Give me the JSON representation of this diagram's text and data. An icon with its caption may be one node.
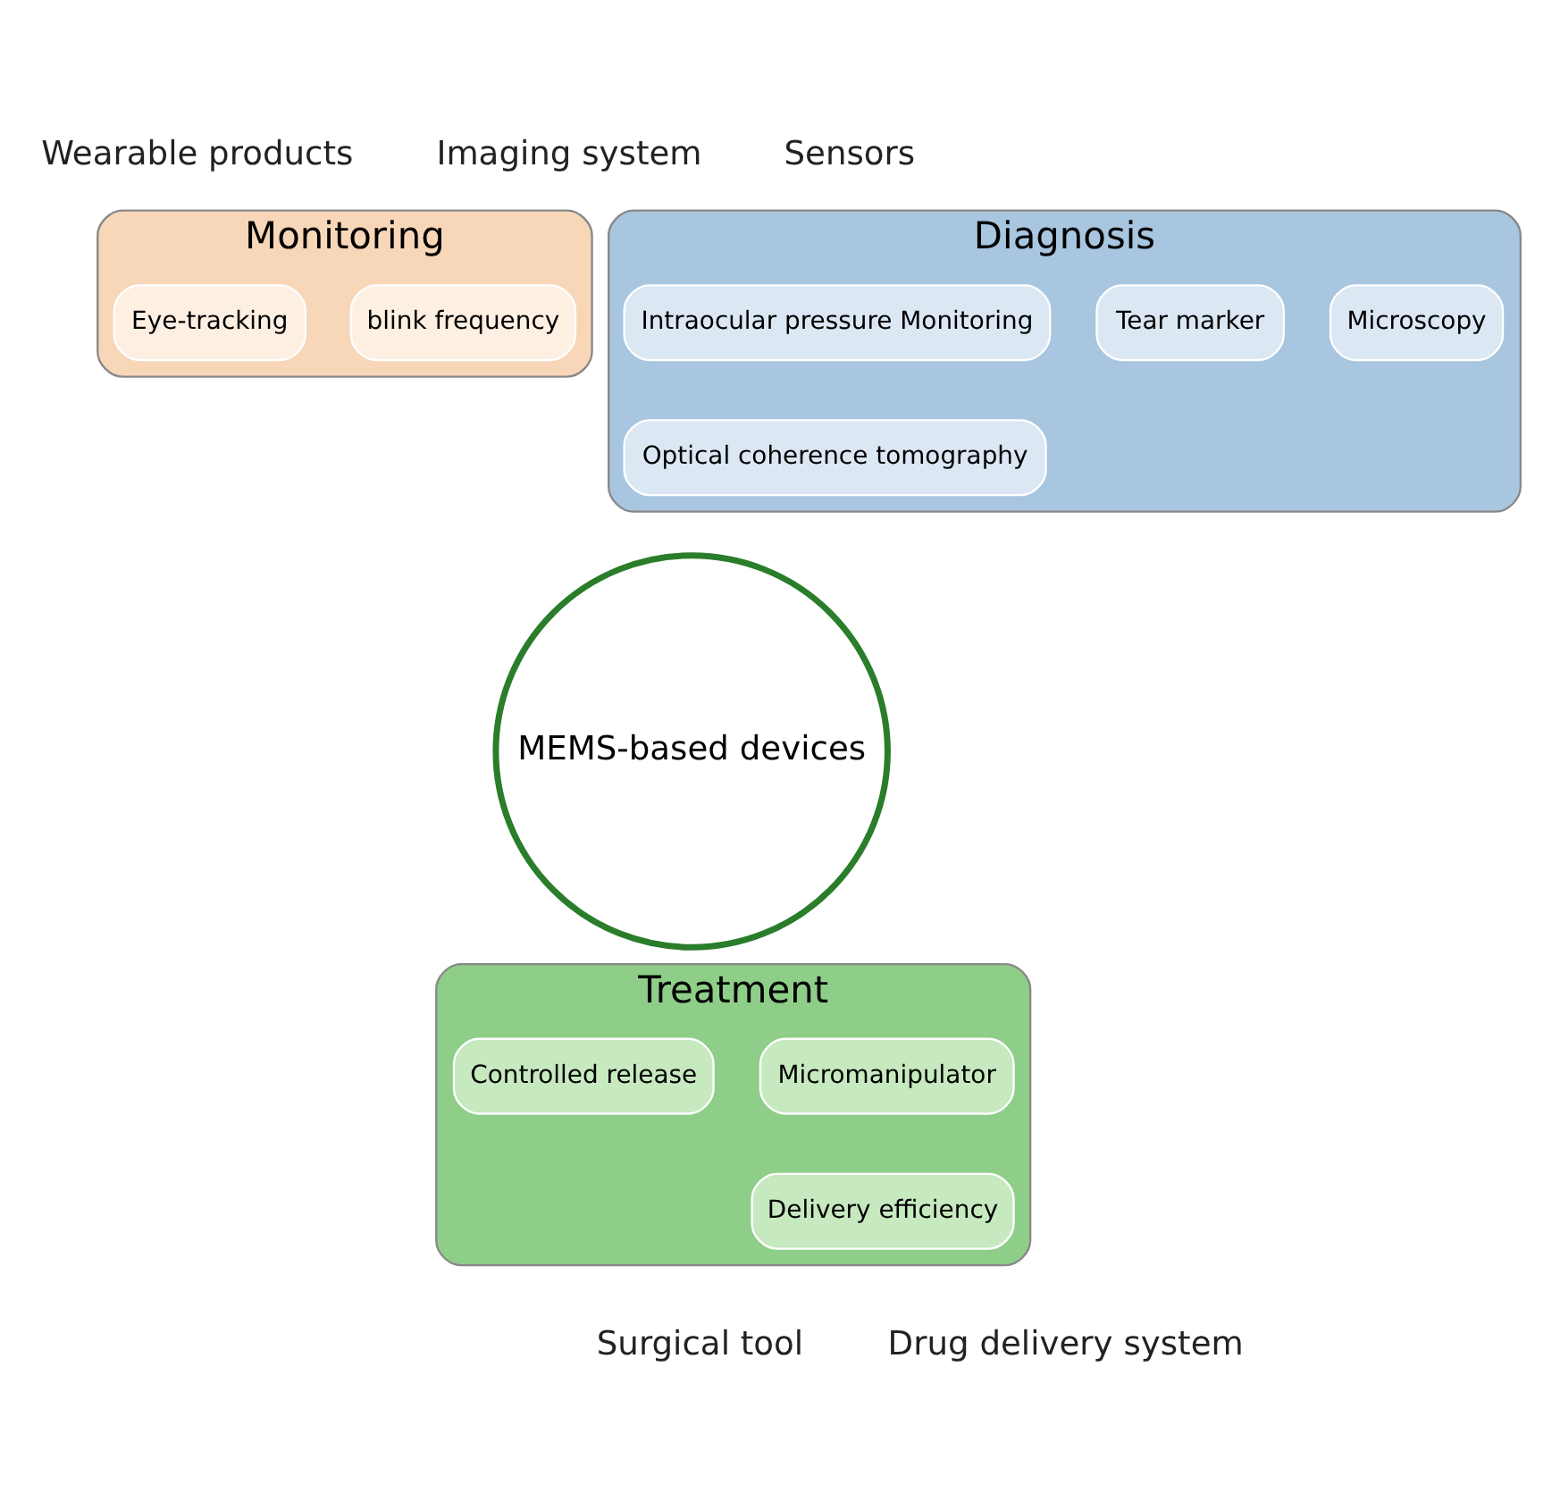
{
  "diagram": {
    "nodes": [
      {
        "text": [
          "MEMS-based devices"
        ]
      },
      {
        "text": [
          "Monitoring"
        ]
      },
      {
        "text": [
          "Diagnosis"
        ]
      },
      {
        "text": [
          "Treatment"
        ]
      },
      {
        "text": [
          "Eye-tracking"
        ],
        "in": 1
      },
      {
        "text": [
          "blink frequency"
        ],
        "in": 1
      },
      {
        "text": [
          "Intraocular pressure Monitoring"
        ],
        "in": 2
      },
      {
        "text": [
          "Tear marker"
        ],
        "in": 2
      },
      {
        "text": [
          "Optical coherence tomography"
        ],
        "in": 2
      },
      {
        "text": [
          "Microscopy"
        ],
        "in": 2
      },
      {
        "text": [
          "Micromanipulator"
        ],
        "in": 3
      },
      {
        "text": [
          "Controlled release"
        ],
        "in": 3
      },
      {
        "text": [
          "Delivery efficiency"
        ],
        "in": 3
      }
    ],
    "labels": [
      "Sensors",
      "Wearable products",
      "Imaging system",
      "Surgical tool",
      "Drug delivery system"
    ]
  }
}
